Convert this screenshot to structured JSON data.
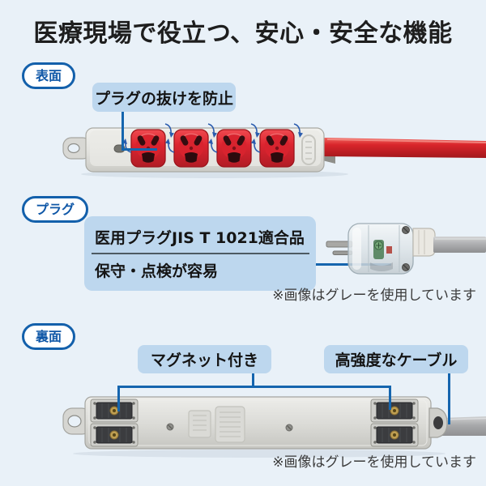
{
  "title": "医療現場で役立つ、安心・安全な機能",
  "colors": {
    "background": "#e9f1f8",
    "accent_blue": "#1565ae",
    "badge_blue": "#0f57a7",
    "callout_bg": "#bdd7ee",
    "outlet_red": "#dd2530",
    "red_cable": "#d9252b",
    "gray_body": "#e4e4e0"
  },
  "sections": {
    "front": {
      "badge": "表面",
      "callout": "プラグの抜けを防止"
    },
    "plug": {
      "badge": "プラグ",
      "feature_line1": "医用プラグJIS T 1021適合品",
      "feature_line2": "保守・点検が容易",
      "note": "※画像はグレーを使用しています"
    },
    "back": {
      "badge": "裏面",
      "callout_magnet": "マグネット付き",
      "callout_cable": "高強度なケーブル",
      "note": "※画像はグレーを使用しています"
    }
  }
}
